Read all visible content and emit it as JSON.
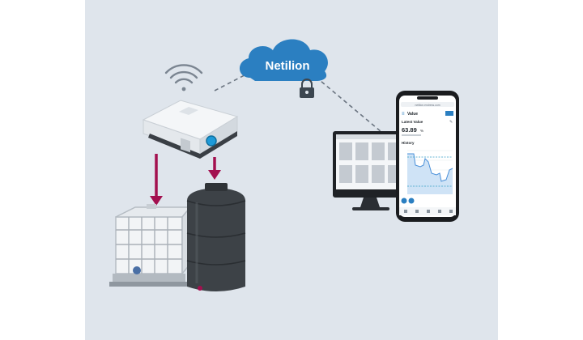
{
  "cloud": {
    "label": "Netilion"
  },
  "phone": {
    "app_title": "Value",
    "url": "netilion.endress.com",
    "latest_label": "Latest Value",
    "latest_value": "63.89",
    "latest_unit": "%",
    "history_label": "History"
  },
  "colors": {
    "background": "#dfe5ec",
    "cloud": "#2b7fc1",
    "arrow": "#a3104f",
    "dashed_line": "#6a7480",
    "chart_line": "#4a90d9"
  }
}
